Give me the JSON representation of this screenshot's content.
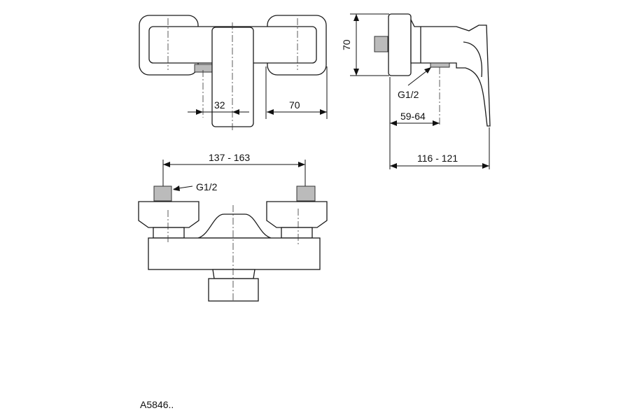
{
  "drawing": {
    "top_view": {
      "dim_offset": "32",
      "dim_depth": "70"
    },
    "side_view": {
      "dim_height": "70",
      "thread_label": "G1/2",
      "dim_inlet": "59-64",
      "dim_total": "116 - 121"
    },
    "front_view": {
      "dim_centers": "137 - 163",
      "thread_label": "G1/2"
    },
    "product_code": "A5846.."
  }
}
